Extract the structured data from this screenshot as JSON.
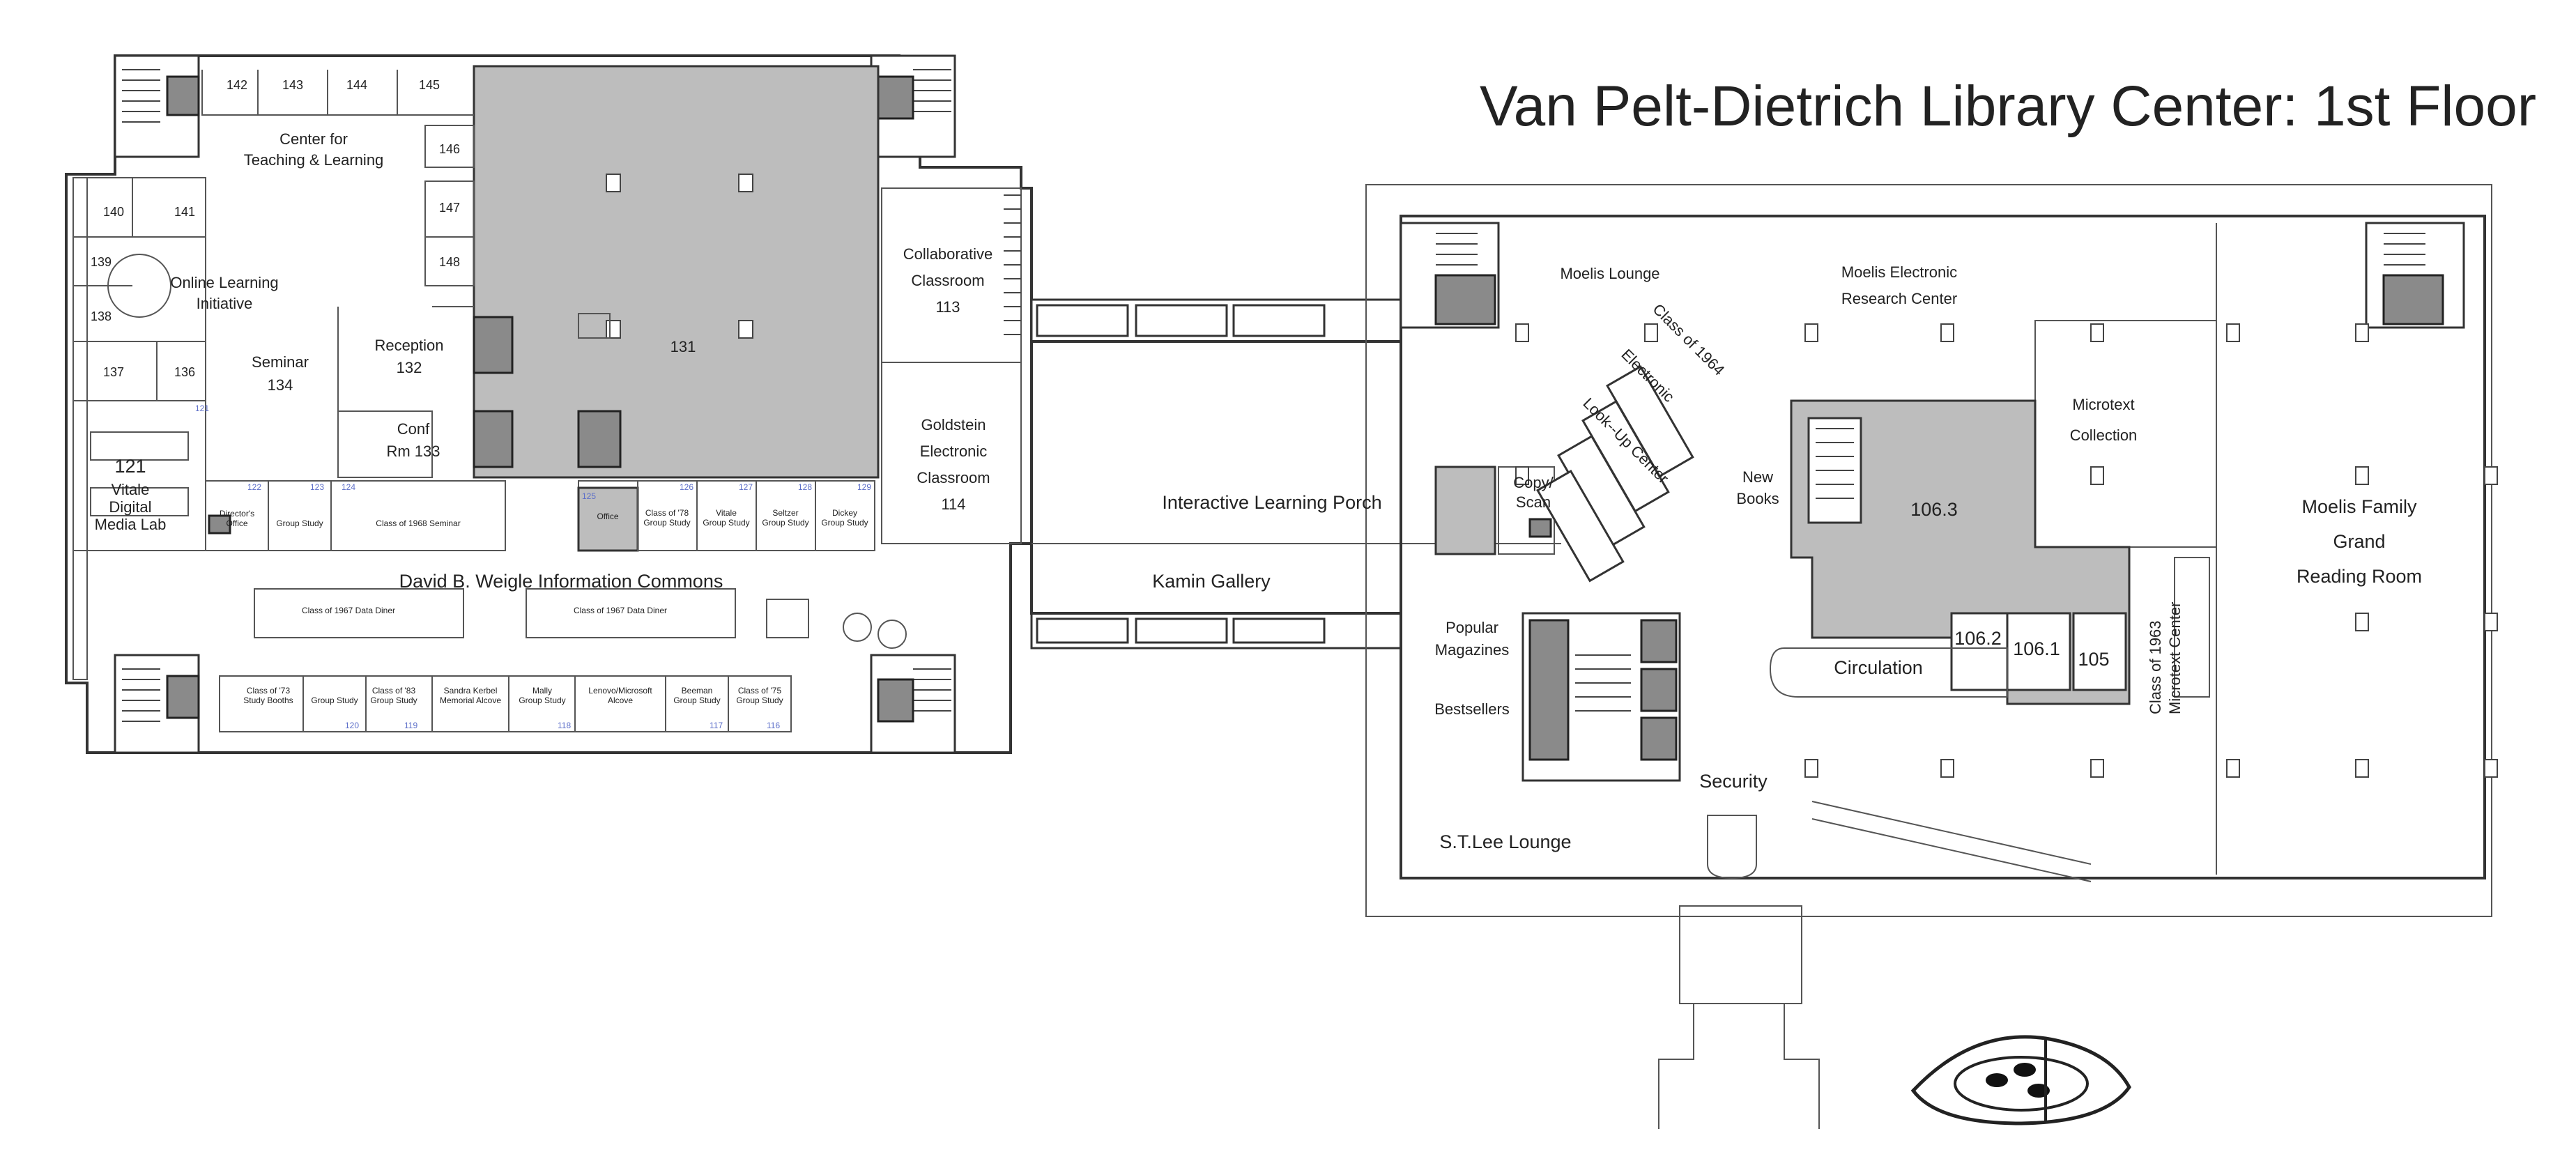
{
  "title": "Van Pelt-Dietrich Library Center: 1st Floor",
  "west_wing_rooms": [
    {
      "id": "r142",
      "label": "142"
    },
    {
      "id": "r143",
      "label": "143"
    },
    {
      "id": "r144",
      "label": "144"
    },
    {
      "id": "r145",
      "label": "145"
    },
    {
      "id": "r146",
      "label": "146"
    },
    {
      "id": "r147",
      "label": "147"
    },
    {
      "id": "r148",
      "label": "148"
    },
    {
      "id": "r140",
      "label": "140"
    },
    {
      "id": "r141",
      "label": "141"
    },
    {
      "id": "r139",
      "label": "139"
    },
    {
      "id": "r138",
      "label": "138"
    },
    {
      "id": "r137",
      "label": "137"
    },
    {
      "id": "r136",
      "label": "136"
    }
  ],
  "labels": {
    "center_teaching_1": "Center for",
    "center_teaching_2": "Teaching & Learning",
    "online_learning_1": "Online Learning",
    "online_learning_2": "Initiative",
    "seminar_1": "Seminar",
    "seminar_2": "134",
    "reception_1": "Reception",
    "reception_2": "132",
    "conf_1": "Conf",
    "conf_2": "Rm 133",
    "room_131": "131",
    "collab_1": "Collaborative",
    "collab_2": "Classroom",
    "collab_3": "113",
    "goldstein_1": "Goldstein",
    "goldstein_2": "Electronic",
    "goldstein_3": "Classroom",
    "goldstein_4": "114",
    "vitale_1": "121",
    "vitale_2": "Vitale",
    "vitale_3": "Digital",
    "vitale_4": "Media Lab",
    "weigle": "David B. Weigle Information Commons",
    "interactive_porch": "Interactive Learning Porch",
    "kamin": "Kamin Gallery",
    "copy_1": "Copy/",
    "copy_2": "Scan",
    "moelis_lounge": "Moelis Lounge",
    "moelis_erc_1": "Moelis Electronic",
    "moelis_erc_2": "Research Center",
    "class_1964": "Class of 1964",
    "electronic": "Electronic",
    "lookup": "Look--Up Center",
    "microtext_1": "Microtext",
    "microtext_2": "Collection",
    "new_books_1": "New",
    "new_books_2": "Books",
    "room_1063": "106.3",
    "room_1062": "106.2",
    "room_1061": "106.1",
    "room_105": "105",
    "class_1963_1": "Class of 1963",
    "class_1963_2": "Microtext Center",
    "circulation": "Circulation",
    "popular_1": "Popular",
    "popular_2": "Magazines",
    "bestsellers": "Bestsellers",
    "security": "Security",
    "stlee": "S.T.Lee Lounge",
    "moelis_family_1": "Moelis Family",
    "moelis_family_2": "Grand",
    "moelis_family_3": "Reading Room"
  },
  "small_labels": {
    "directors_office_1": "Director's",
    "directors_office_2": "Office",
    "group_study": "Group Study",
    "class_1968": "Class of 1968 Seminar",
    "office": "Office",
    "class_78_1": "Class of '78",
    "class_78_2": "Group Study",
    "vitale_gs_1": "Vitale",
    "vitale_gs_2": "Group Study",
    "seltzer_1": "Seltzer",
    "seltzer_2": "Group Study",
    "dickey_1": "Dickey",
    "dickey_2": "Group Study",
    "data_diner_1": "Class of 1967 Data Diner",
    "data_diner_2": "Class of 1967 Data Diner",
    "class_73_1": "Class of '73",
    "class_73_2": "Study Booths",
    "group_study_2": "Group Study",
    "class_83_1": "Class of '83",
    "class_83_2": "Group Study",
    "kerbel_1": "Sandra Kerbel",
    "kerbel_2": "Memorial Alcove",
    "mally_1": "Mally",
    "mally_2": "Group Study",
    "lenovo_1": "Lenovo/Microsoft",
    "lenovo_2": "Alcove",
    "beeman_1": "Beeman",
    "beeman_2": "Group Study",
    "class_75_1": "Class of '75",
    "class_75_2": "Group Study"
  },
  "blue_numbers": {
    "n121": "121",
    "n122": "122",
    "n123": "123",
    "n124": "124",
    "n125": "125",
    "n126": "126",
    "n127": "127",
    "n128": "128",
    "n129": "129",
    "n120": "120",
    "n119": "119",
    "n118": "118",
    "n117": "117",
    "n116": "116"
  },
  "colors": {
    "wall": "#333333",
    "shaded_area": "#bdbdbd",
    "room_number_blue": "#5d6fc9"
  }
}
